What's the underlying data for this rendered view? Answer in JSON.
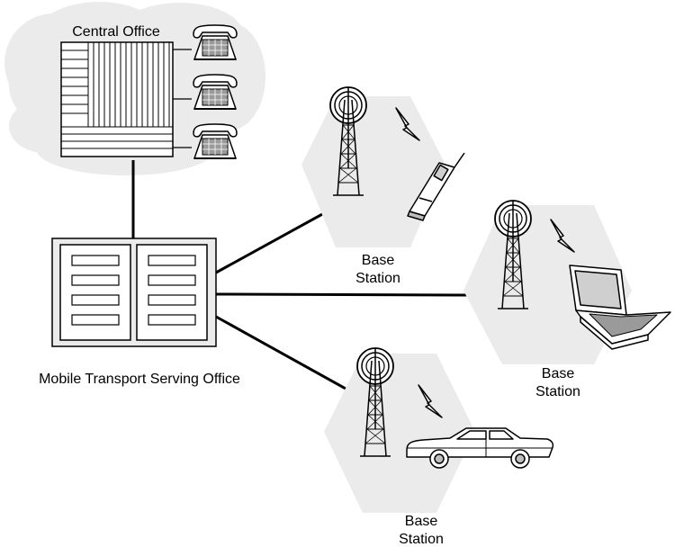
{
  "labels": {
    "central_office": "Central Office",
    "mtso": "Mobile Transport Serving Office",
    "bs1_line1": "Base",
    "bs1_line2": "Station",
    "bs2_line1": "Base",
    "bs2_line2": "Station",
    "bs3_line1": "Base",
    "bs3_line2": "Station"
  },
  "colors": {
    "cloud": "#ebebeb",
    "hexagon": "#ebebeb",
    "ink": "#000000",
    "paper": "#ffffff",
    "screen": "#cfcfcf",
    "keypad": "#9a9a9a"
  },
  "icons": [
    "cloud-icon",
    "telephone-icon",
    "switching-equipment-icon",
    "cabinet-icon",
    "cell-tower-icon",
    "radio-signal-icon",
    "mobile-phone-icon",
    "laptop-icon",
    "car-icon",
    "hexagon-cell-icon"
  ]
}
